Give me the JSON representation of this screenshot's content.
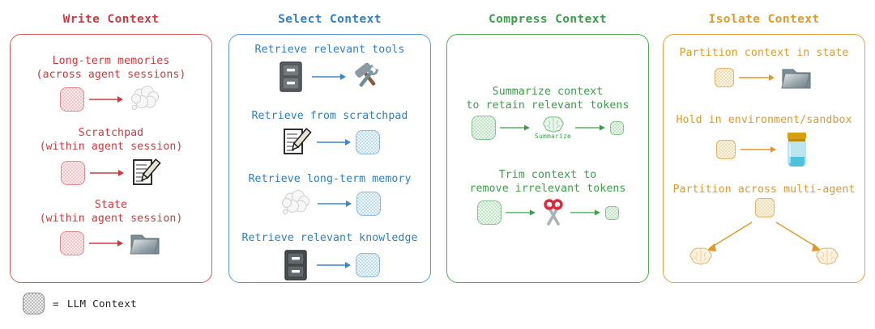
{
  "diagram": {
    "legend": {
      "symbol": "checkered-square",
      "equals": "=",
      "label": "LLM Context"
    }
  },
  "panels": [
    {
      "id": "write",
      "title": "Write Context",
      "color": "#d0393e",
      "border": "#e05a5a",
      "items": [
        {
          "caption": "Long-term memories\n(across agent sessions)",
          "from": "llm-context-chip",
          "to": "thought-cloud-icon"
        },
        {
          "caption": "Scratchpad\n(within agent session)",
          "from": "llm-context-chip",
          "to": "memo-pencil-icon"
        },
        {
          "caption": "State\n(within agent session)",
          "from": "llm-context-chip",
          "to": "folder-icon"
        }
      ]
    },
    {
      "id": "select",
      "title": "Select Context",
      "color": "#2f7fc1",
      "border": "#5b9bd5",
      "items": [
        {
          "caption": "Retrieve relevant tools",
          "from": "file-cabinet-icon",
          "to": "hammer-and-wrench-icon"
        },
        {
          "caption": "Retrieve from scratchpad",
          "from": "memo-pencil-icon",
          "to": "llm-context-chip"
        },
        {
          "caption": "Retrieve long-term memory",
          "from": "thought-cloud-icon",
          "to": "llm-context-chip"
        },
        {
          "caption": "Retrieve relevant knowledge",
          "from": "file-cabinet-icon",
          "to": "llm-context-chip"
        }
      ]
    },
    {
      "id": "compress",
      "title": "Compress Context",
      "color": "#3c9e4a",
      "border": "#4caf50",
      "items": [
        {
          "caption": "Summarize context\nto retain relevant tokens",
          "from": "llm-context-chip",
          "via": "brain-icon",
          "via_label": "Summarize",
          "to": "llm-context-chip-small"
        },
        {
          "caption": "Trim context to\nremove irrelevant tokens",
          "from": "llm-context-chip",
          "via": "scissors-icon",
          "via_label": "",
          "to": "llm-context-chip-small"
        }
      ]
    },
    {
      "id": "isolate",
      "title": "Isolate Context",
      "color": "#e09a2b",
      "border": "#e8a33d",
      "items": [
        {
          "caption": "Partition context in state",
          "from": "llm-context-chip",
          "to": "folder-icon"
        },
        {
          "caption": "Hold in environment/sandbox",
          "from": "llm-context-chip",
          "to": "jar-icon"
        },
        {
          "caption": "Partition across multi-agent",
          "from": "llm-context-chip",
          "to": "brain-icon-x2"
        }
      ]
    }
  ]
}
